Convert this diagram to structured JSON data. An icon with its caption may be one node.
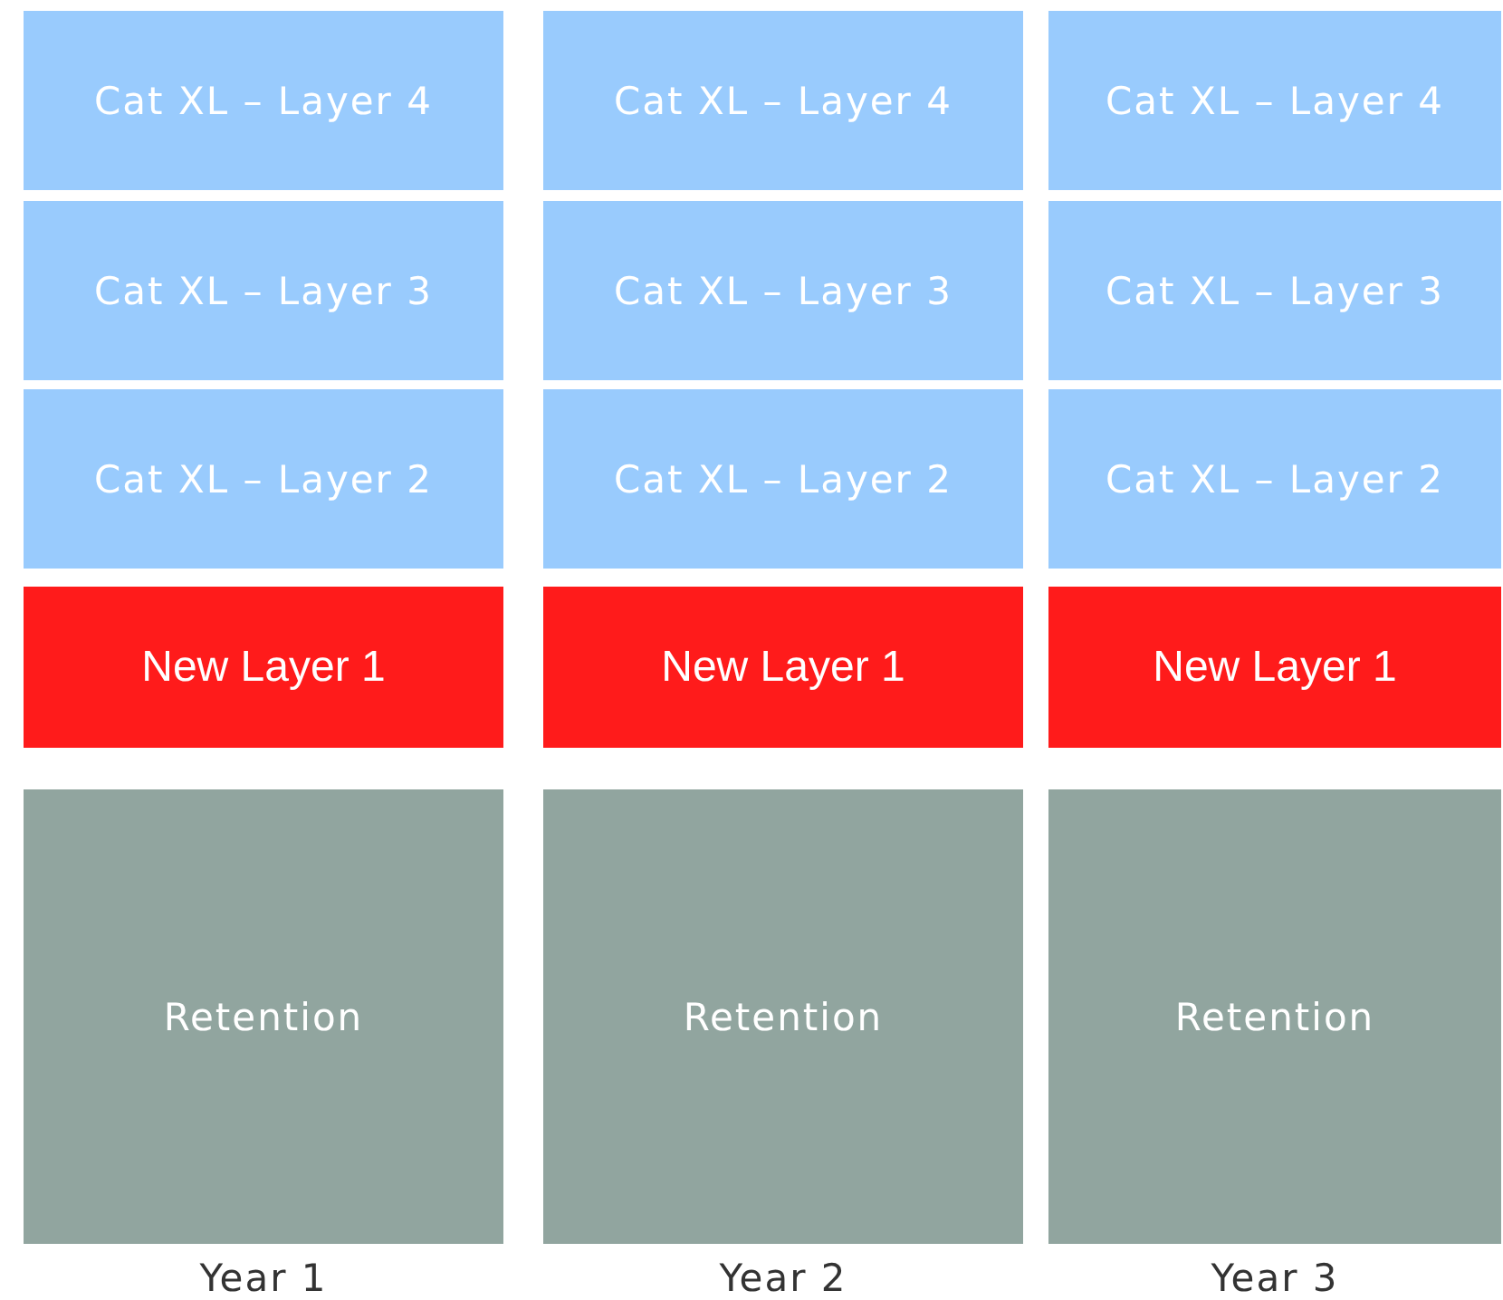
{
  "diagram": {
    "nodes": [
      {
        "text": [
          "Cat XL – Layer 4"
        ]
      },
      {
        "text": [
          "Cat XL – Layer 4"
        ]
      },
      {
        "text": [
          "Cat XL – Layer 4"
        ]
      },
      {
        "text": [
          "Cat XL – Layer 3"
        ]
      },
      {
        "text": [
          "Cat XL – Layer 3"
        ]
      },
      {
        "text": [
          "Cat XL – Layer 3"
        ]
      },
      {
        "text": [
          "Cat XL – Layer 2"
        ]
      },
      {
        "text": [
          "Cat XL – Layer 2"
        ]
      },
      {
        "text": [
          "Cat XL – Layer 2"
        ]
      },
      {
        "text": [
          "New Layer 1"
        ]
      },
      {
        "text": [
          "New Layer 1"
        ]
      },
      {
        "text": [
          "New Layer 1"
        ]
      },
      {
        "text": [
          "Retention"
        ]
      },
      {
        "text": [
          "Retention"
        ]
      },
      {
        "text": [
          "Retention"
        ]
      }
    ],
    "labels": [
      "Year 1",
      "Year 2",
      "Year 3"
    ]
  }
}
